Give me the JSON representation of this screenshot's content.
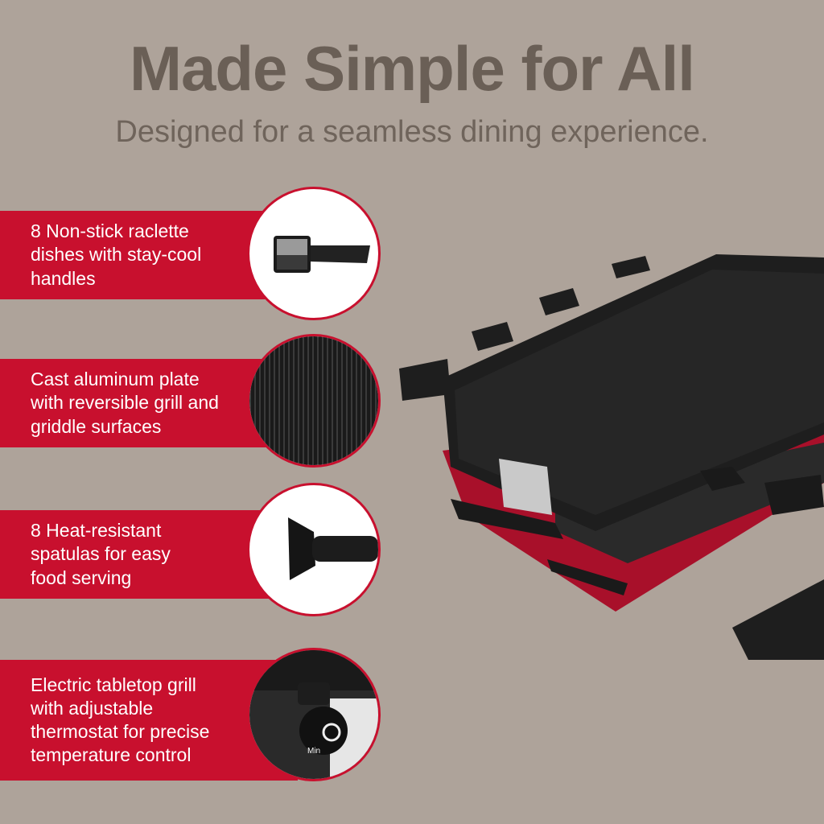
{
  "header": {
    "title": "Made  Simple for All",
    "subtitle": "Designed for a seamless dining experience."
  },
  "features": [
    {
      "text": "8 Non-stick raclette dishes with stay-cool handles",
      "icon": "raclette-dish-icon"
    },
    {
      "text": "Cast aluminum plate with reversible grill and griddle surfaces",
      "icon": "grill-plate-texture-icon"
    },
    {
      "text": "8 Heat-resistant spatulas for easy food serving",
      "icon": "spatula-icon"
    },
    {
      "text": "Electric tabletop grill with adjustable thermostat for precise temperature control",
      "icon": "thermostat-knob-icon"
    }
  ],
  "knob_label": "Min",
  "colors": {
    "background": "#aea39a",
    "accent_red": "#c8102e",
    "title_text": "#6a5f56",
    "product_black": "#1e1e1e",
    "product_red": "#a8102a"
  }
}
